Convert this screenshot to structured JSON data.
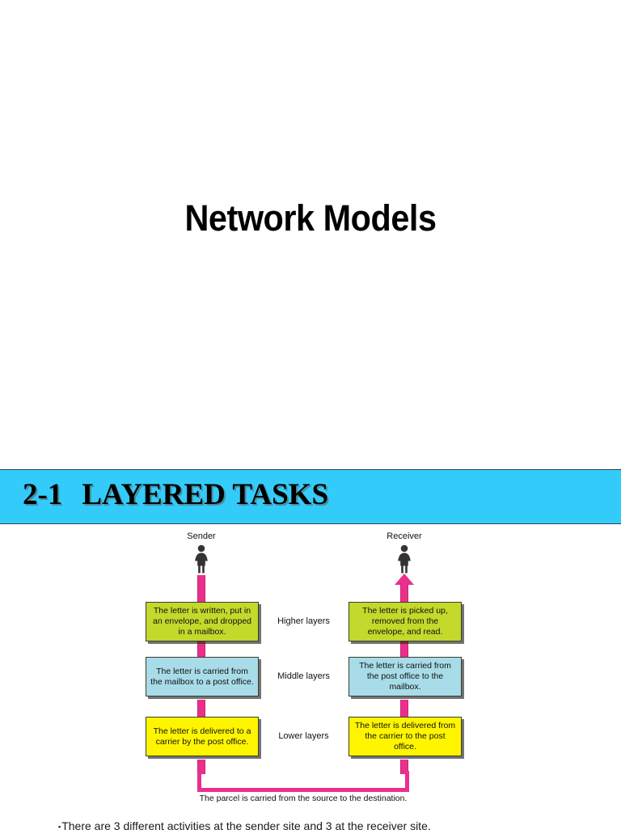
{
  "slide": {
    "title": "Network Models"
  },
  "section_banner": {
    "number": "2-1",
    "heading": "LAYERED TASKS",
    "background_color": "#33CCFA",
    "border_color": "#31414a"
  },
  "figure": {
    "sender_label": "Sender",
    "receiver_label": "Receiver",
    "sender_icon": "person-female-icon",
    "receiver_icon": "person-female-icon",
    "arrow_color": "#EB2F8C",
    "layers": [
      {
        "name": "Higher layers",
        "color": "#C3D92B",
        "sender_text": "The letter is written, put in an envelope, and dropped in a mailbox.",
        "receiver_text": "The letter is picked up, removed from the envelope, and read."
      },
      {
        "name": "Middle layers",
        "color": "#A8DCE8",
        "sender_text": "The letter is carried from the mailbox to a post office.",
        "receiver_text": "The letter is carried from the post office to the mailbox."
      },
      {
        "name": "Lower layers",
        "color": "#FFF500",
        "sender_text": "The letter is delivered to a carrier by the post office.",
        "receiver_text": "The letter is delivered from the carrier to the post office."
      }
    ],
    "caption": "The parcel is carried from the source to the destination."
  },
  "body": {
    "bullet_marker": "▪",
    "bullet_text": "There are 3 different activities at the sender site and 3 at the receiver site."
  }
}
